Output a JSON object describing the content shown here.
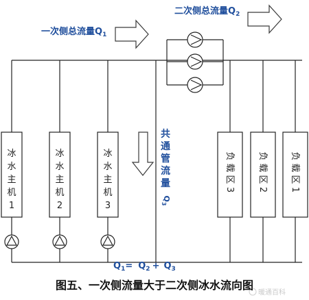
{
  "diagram": {
    "primary_flow_label": "一次侧总流量Q",
    "primary_flow_sub": "1",
    "secondary_flow_label": "二次侧总流量Q",
    "secondary_flow_sub": "2",
    "common_pipe_label": "共通管流量",
    "common_pipe_q": "Q",
    "common_pipe_sub": "3",
    "chillers": [
      {
        "label": "冰水主机1",
        "chars": [
          "冰",
          "水",
          "主",
          "机",
          "1"
        ]
      },
      {
        "label": "冰水主机2",
        "chars": [
          "冰",
          "水",
          "主",
          "机",
          "2"
        ]
      },
      {
        "label": "冰水主机3",
        "chars": [
          "冰",
          "水",
          "主",
          "机",
          "3"
        ]
      }
    ],
    "loads": [
      {
        "label": "负载区3",
        "chars": [
          "负",
          "载",
          "区",
          "3"
        ]
      },
      {
        "label": "负载区2",
        "chars": [
          "负",
          "载",
          "区",
          "2"
        ]
      },
      {
        "label": "负载区1",
        "chars": [
          "负",
          "载",
          "区",
          "1"
        ]
      }
    ],
    "equation": {
      "q1": "Q",
      "sub1": "1",
      "eq": "=",
      "q2": "Q",
      "sub2": "2",
      "plus": "+",
      "q3": "Q",
      "sub3": "3"
    },
    "caption": "图五、一次侧流量大于二次侧冰水流向图",
    "watermark": "暖通百科",
    "colors": {
      "label_blue": "#1f4e9c",
      "line": "#222222",
      "arrow_stroke": "#3a3a3a"
    }
  }
}
